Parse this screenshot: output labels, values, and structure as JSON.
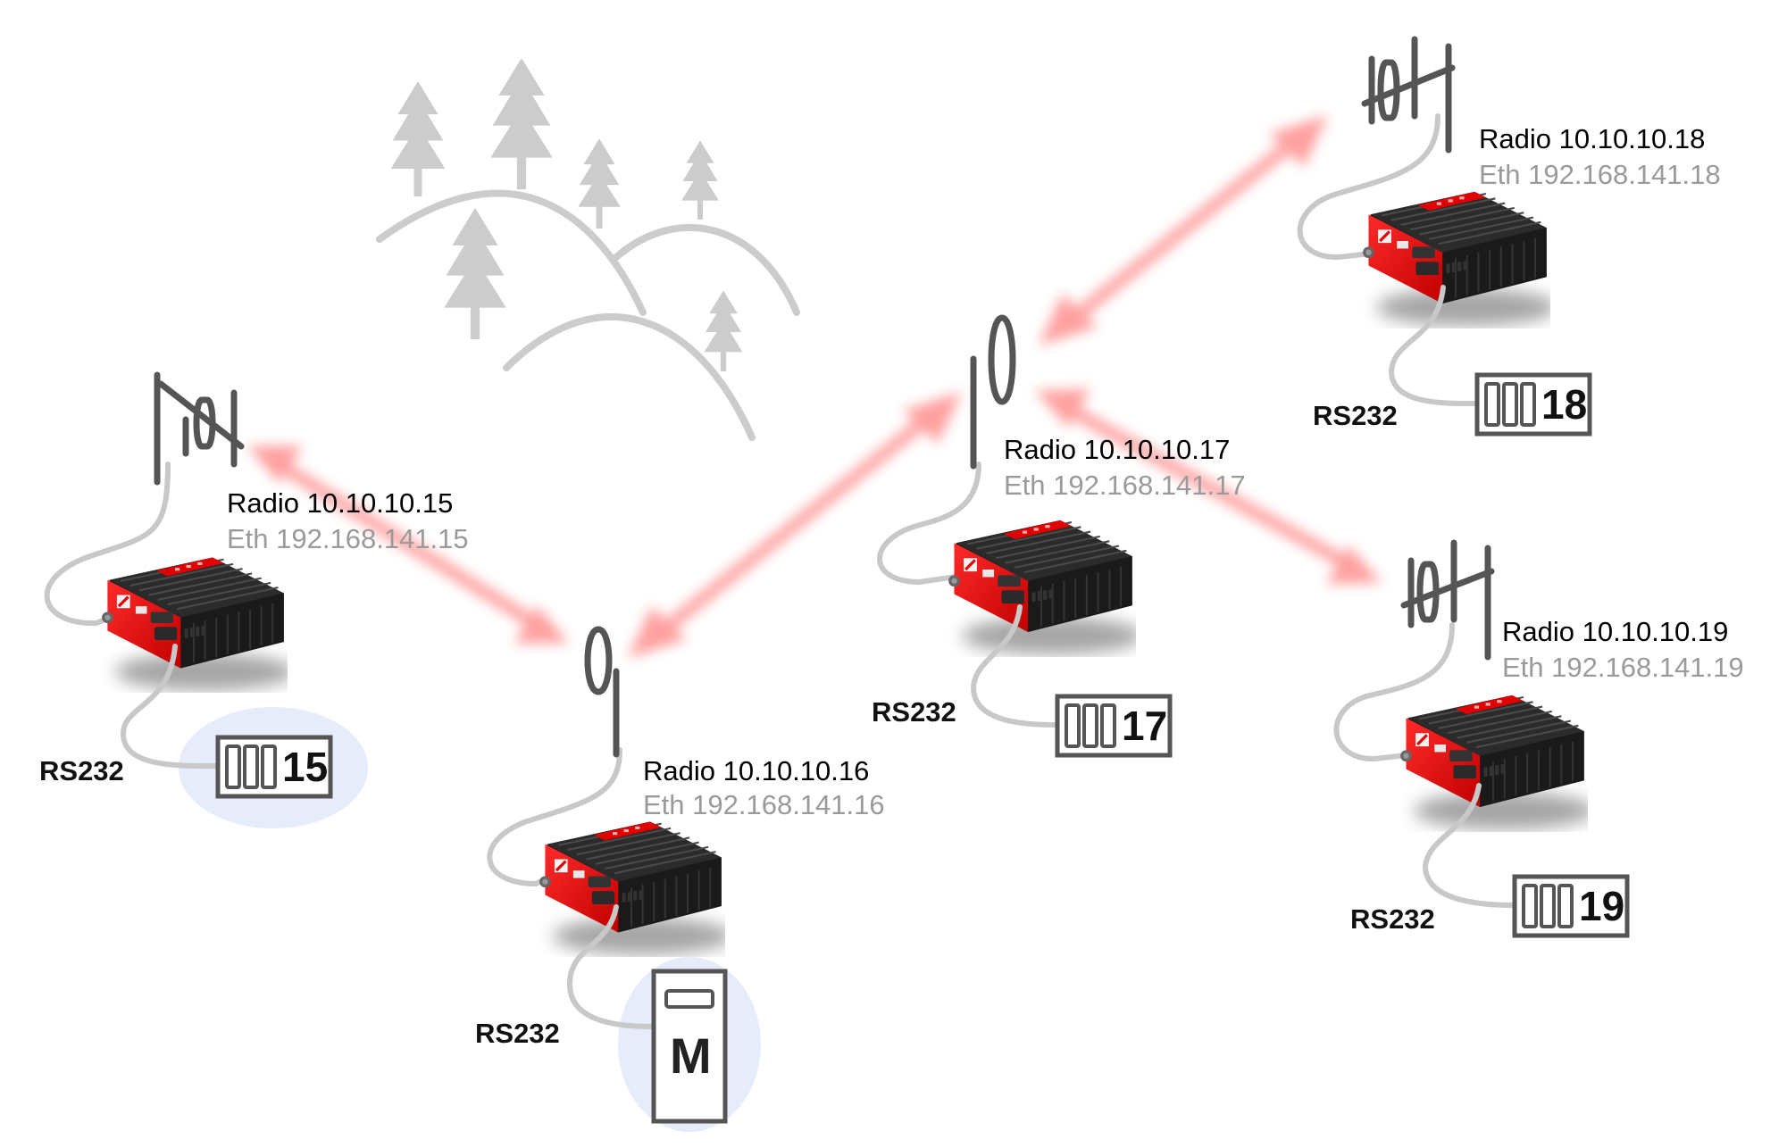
{
  "colors": {
    "link": "#ff8080",
    "cable": "#c8c8c8",
    "tree": "#cccccc",
    "antenna": "#555555",
    "modem_body": "#1e1e1e",
    "modem_front": "#e60000",
    "highlight": "#e6ecfa",
    "device_outline": "#555555"
  },
  "scenery": {
    "icon": "forest-hills-icon"
  },
  "nodes": [
    {
      "id": "n15",
      "radio": "Radio 10.10.10.15",
      "eth": "Eth 192.168.141.15",
      "serial": "RS232",
      "device": "15",
      "device_type": "rtu",
      "antenna": "yagi-antenna-icon",
      "highlighted": true
    },
    {
      "id": "n16",
      "radio": "Radio 10.10.10.16",
      "eth": "Eth 192.168.141.16",
      "serial": "RS232",
      "device": "M",
      "device_type": "master",
      "antenna": "omni-antenna-icon",
      "highlighted": true
    },
    {
      "id": "n17",
      "radio": "Radio 10.10.10.17",
      "eth": "Eth 192.168.141.17",
      "serial": "RS232",
      "device": "17",
      "device_type": "rtu",
      "antenna": "omni-antenna-icon",
      "highlighted": false
    },
    {
      "id": "n18",
      "radio": "Radio 10.10.10.18",
      "eth": "Eth 192.168.141.18",
      "serial": "RS232",
      "device": "18",
      "device_type": "rtu",
      "antenna": "yagi-antenna-icon",
      "highlighted": false
    },
    {
      "id": "n19",
      "radio": "Radio 10.10.10.19",
      "eth": "Eth 192.168.141.19",
      "serial": "RS232",
      "device": "19",
      "device_type": "rtu",
      "antenna": "yagi-antenna-icon",
      "highlighted": false
    }
  ],
  "links": [
    {
      "from": "Radio 10.10.10.15",
      "to": "Radio 10.10.10.16"
    },
    {
      "from": "Radio 10.10.10.16",
      "to": "Radio 10.10.10.17"
    },
    {
      "from": "Radio 10.10.10.17",
      "to": "Radio 10.10.10.18"
    },
    {
      "from": "Radio 10.10.10.17",
      "to": "Radio 10.10.10.19"
    }
  ]
}
